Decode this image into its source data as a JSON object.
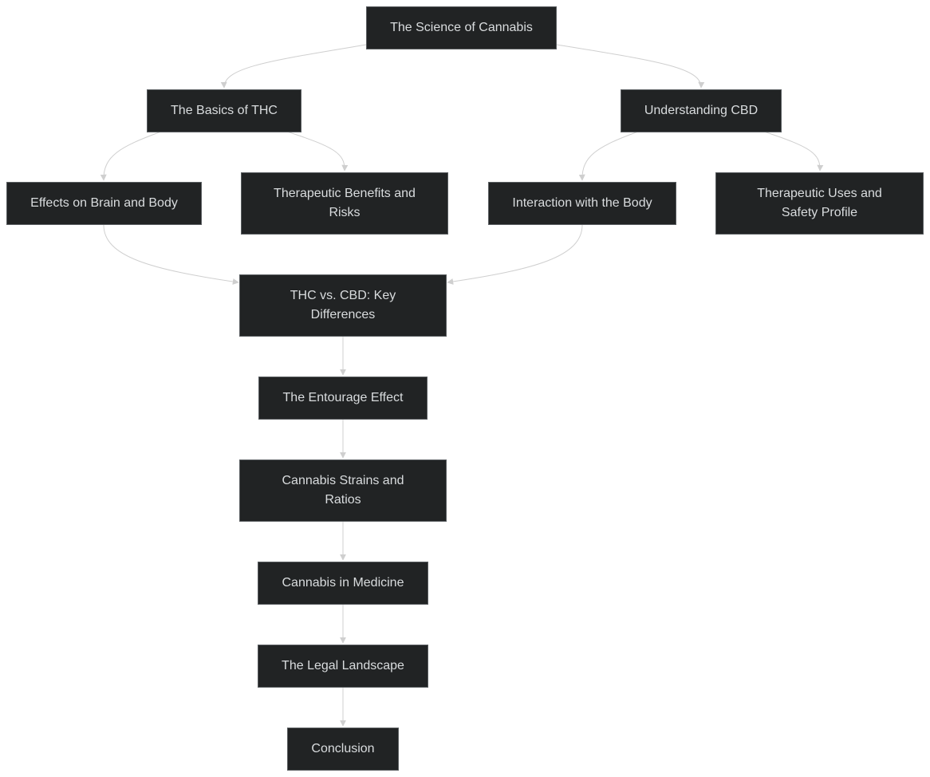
{
  "diagram": {
    "nodes": {
      "science": "The Science of Cannabis",
      "thc_basics": "The Basics of THC",
      "cbd_understanding": "Understanding CBD",
      "effects_brain_body": "Effects on Brain and Body",
      "therapeutic_benefits_risks": "Therapeutic Benefits and Risks",
      "interaction_body": "Interaction with the Body",
      "therapeutic_uses_safety": "Therapeutic Uses and Safety Profile",
      "thc_vs_cbd": "THC vs. CBD: Key Differences",
      "entourage": "The Entourage Effect",
      "strains_ratios": "Cannabis Strains and Ratios",
      "medicine": "Cannabis in Medicine",
      "legal": "The Legal Landscape",
      "conclusion": "Conclusion"
    },
    "edges": [
      {
        "from": "science",
        "to": "thc_basics"
      },
      {
        "from": "science",
        "to": "cbd_understanding"
      },
      {
        "from": "thc_basics",
        "to": "effects_brain_body"
      },
      {
        "from": "thc_basics",
        "to": "therapeutic_benefits_risks"
      },
      {
        "from": "cbd_understanding",
        "to": "interaction_body"
      },
      {
        "from": "cbd_understanding",
        "to": "therapeutic_uses_safety"
      },
      {
        "from": "effects_brain_body",
        "to": "thc_vs_cbd"
      },
      {
        "from": "interaction_body",
        "to": "thc_vs_cbd"
      },
      {
        "from": "thc_vs_cbd",
        "to": "entourage"
      },
      {
        "from": "entourage",
        "to": "strains_ratios"
      },
      {
        "from": "strains_ratios",
        "to": "medicine"
      },
      {
        "from": "medicine",
        "to": "legal"
      },
      {
        "from": "legal",
        "to": "conclusion"
      }
    ],
    "colors": {
      "node_fill": "#212324",
      "node_border": "#5a5e61",
      "node_text": "#d9dcde",
      "edge": "#cfcfcf",
      "background": "#ffffff"
    }
  }
}
